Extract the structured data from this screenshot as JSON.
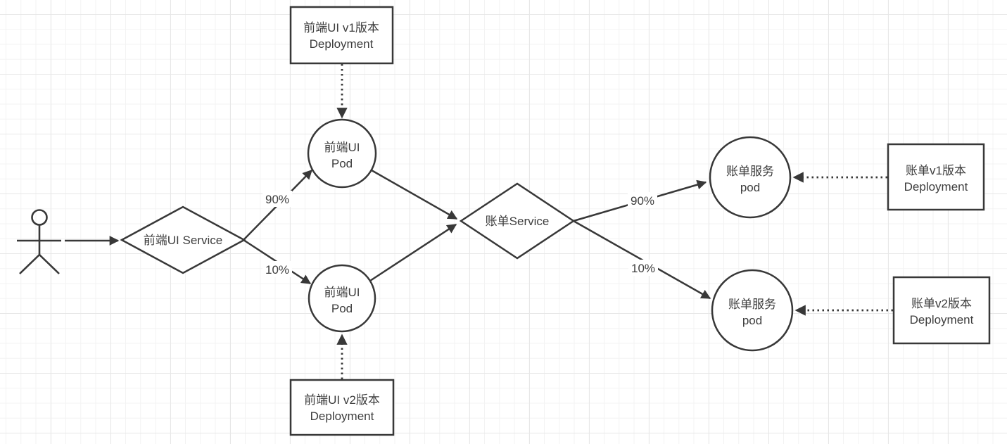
{
  "diagram": {
    "type": "flowchart",
    "theme": {
      "stroke_color": "#383838",
      "text_color": "#3d3d3d",
      "shape_fill": "#ffffff",
      "grid_minor_color": "#f3f3f3",
      "grid_major_color": "#e7e7e7"
    },
    "nodes": {
      "user_actor": {
        "shape": "actor",
        "label": ""
      },
      "frontend_service": {
        "shape": "diamond",
        "label": "前端UI Service"
      },
      "frontend_pod_v1": {
        "shape": "circle",
        "line1": "前端UI",
        "line2": "Pod"
      },
      "frontend_pod_v2": {
        "shape": "circle",
        "line1": "前端UI",
        "line2": "Pod"
      },
      "billing_service": {
        "shape": "diamond",
        "label": "账单Service"
      },
      "billing_pod_v1": {
        "shape": "circle",
        "line1": "账单服务",
        "line2": "pod"
      },
      "billing_pod_v2": {
        "shape": "circle",
        "line1": "账单服务",
        "line2": "pod"
      },
      "frontend_v1_deployment": {
        "shape": "rect",
        "line1": "前端UI v1版本",
        "line2": "Deployment"
      },
      "frontend_v2_deployment": {
        "shape": "rect",
        "line1": "前端UI v2版本",
        "line2": "Deployment"
      },
      "billing_v1_deployment": {
        "shape": "rect",
        "line1": "账单v1版本",
        "line2": "Deployment"
      },
      "billing_v2_deployment": {
        "shape": "rect",
        "line1": "账单v2版本",
        "line2": "Deployment"
      }
    },
    "edge_labels": {
      "frontend_to_pod_v1": "90%",
      "frontend_to_pod_v2": "10%",
      "billing_to_pod_v1": "90%",
      "billing_to_pod_v2": "10%"
    }
  }
}
